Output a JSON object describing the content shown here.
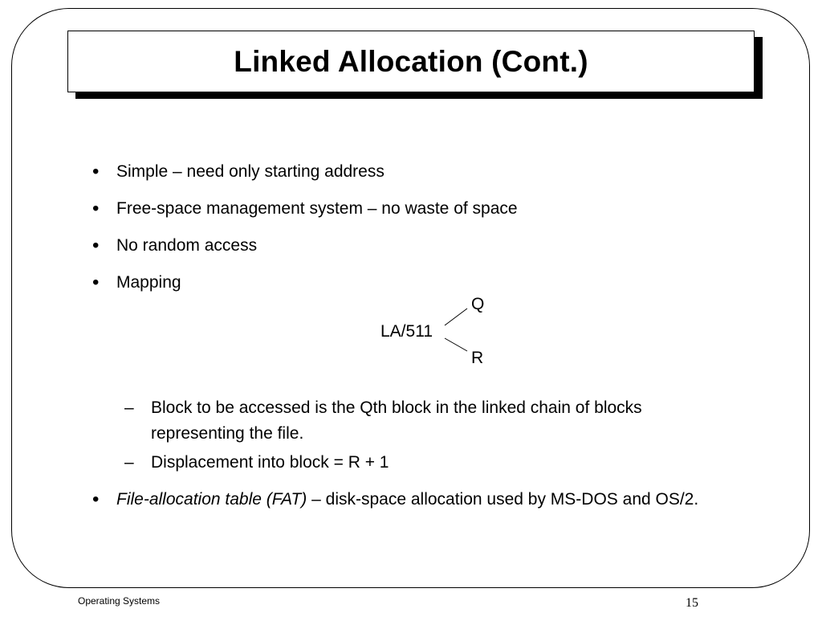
{
  "slide": {
    "title": "Linked Allocation (Cont.)",
    "bullets": [
      "Simple – need only starting address",
      "Free-space management system – no waste of space",
      "No random access",
      "Mapping"
    ],
    "mapping": {
      "dividend": "LA/511",
      "quotient": "Q",
      "remainder": "R"
    },
    "sub_bullets": [
      "Block to be accessed is the Qth block in the linked chain of blocks representing the file.",
      "Displacement into block = R + 1"
    ],
    "last_bullet": {
      "italic": "File-allocation table (FAT)",
      "rest": " – disk-space allocation used by MS-DOS and OS/2."
    },
    "bullet_symbol": "•",
    "dash_symbol": "–"
  },
  "footer": {
    "course": "Operating Systems",
    "page": "15"
  }
}
